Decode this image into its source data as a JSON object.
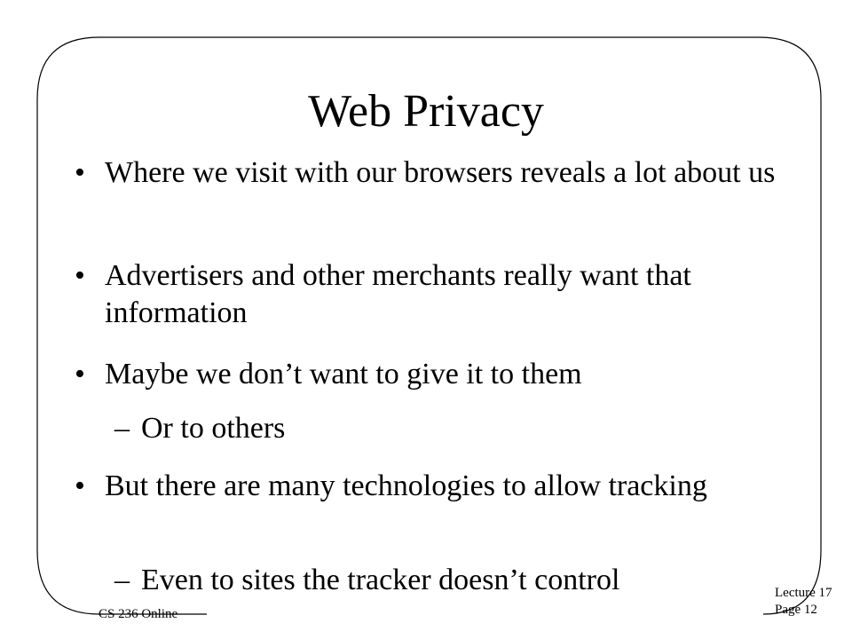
{
  "slide": {
    "title": "Web Privacy",
    "bullets": [
      {
        "marker": "•",
        "text": "Where we visit with our browsers reveals a lot about us"
      },
      {
        "marker": "•",
        "text": "Advertisers and other merchants really want that information"
      },
      {
        "marker": "•",
        "text": "Maybe we don’t want to give it to them"
      },
      {
        "marker": "–",
        "text": "Or to others"
      },
      {
        "marker": "•",
        "text": "But there are many technologies to allow tracking"
      },
      {
        "marker": "–",
        "text": "Even to sites the tracker doesn’t control"
      }
    ]
  },
  "footer": {
    "course": "CS 236 Online",
    "lecture": "Lecture 17",
    "page": "Page 12"
  }
}
